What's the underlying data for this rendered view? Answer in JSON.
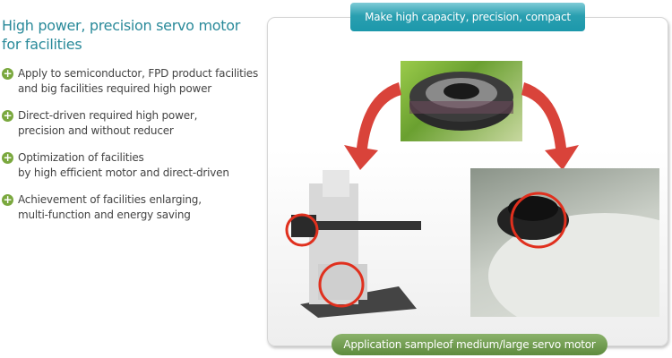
{
  "heading": "High power, precision servo motor for facilities",
  "features": [
    {
      "icon": "plus-icon",
      "line1": "Apply to semiconductor, FPD product facilities",
      "line2": "and big facilities required high power"
    },
    {
      "icon": "plus-icon",
      "line1": "Direct-driven required high power,",
      "line2": "precision and without reducer"
    },
    {
      "icon": "plus-icon",
      "line1": "Optimization of facilities",
      "line2": "by high efficient motor and direct-driven"
    },
    {
      "icon": "plus-icon",
      "line1": "Achievement of  facilities enlarging,",
      "line2": "multi-function and energy saving"
    }
  ],
  "panel": {
    "top_badge": "Make high capacity, precision, compact",
    "bottom_badge": "Application  sampleof medium/large servo motor"
  },
  "colors": {
    "title": "#2a8a9a",
    "top_badge": "#1c98ab",
    "bottom_badge": "#5e8b3e",
    "bullet": "#7aa83e",
    "arrow": "#d9433a",
    "highlight": "#e0301e"
  }
}
